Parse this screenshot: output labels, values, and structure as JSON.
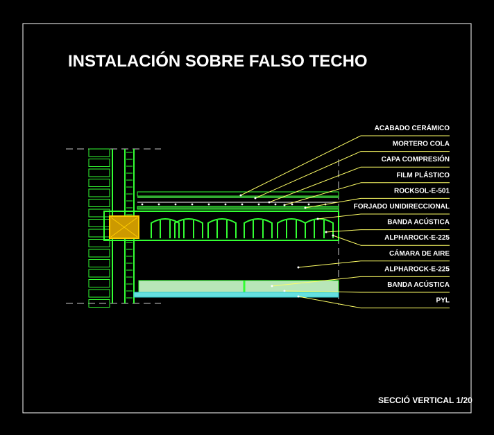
{
  "drawing": {
    "title": "INSTALACIÓN SOBRE FALSO TECHO",
    "footer": "SECCIÓ VERTICAL 1/20",
    "labels": [
      "ACABADO CERÁMICO",
      "MORTERO COLA",
      "CAPA COMPRESIÓN",
      "FILM PLÁSTICO",
      "ROCKSOL-E-501",
      "FORJADO UNIDIRECCIONAL",
      "BANDA ACÚSTICA",
      "ALPHAROCK-E-225",
      "CÁMARA DE AIRE",
      "ALPHAROCK-E-225",
      "BANDA ACÚSTICA",
      "PYL"
    ]
  },
  "colors": {
    "background": "#000000",
    "frame": "#ffffff",
    "leader": "#ffff66",
    "structure": "#33ff33",
    "insulation": "#b8e6b8",
    "plasterboard": "#66e0e0",
    "text": "#ffffff"
  }
}
